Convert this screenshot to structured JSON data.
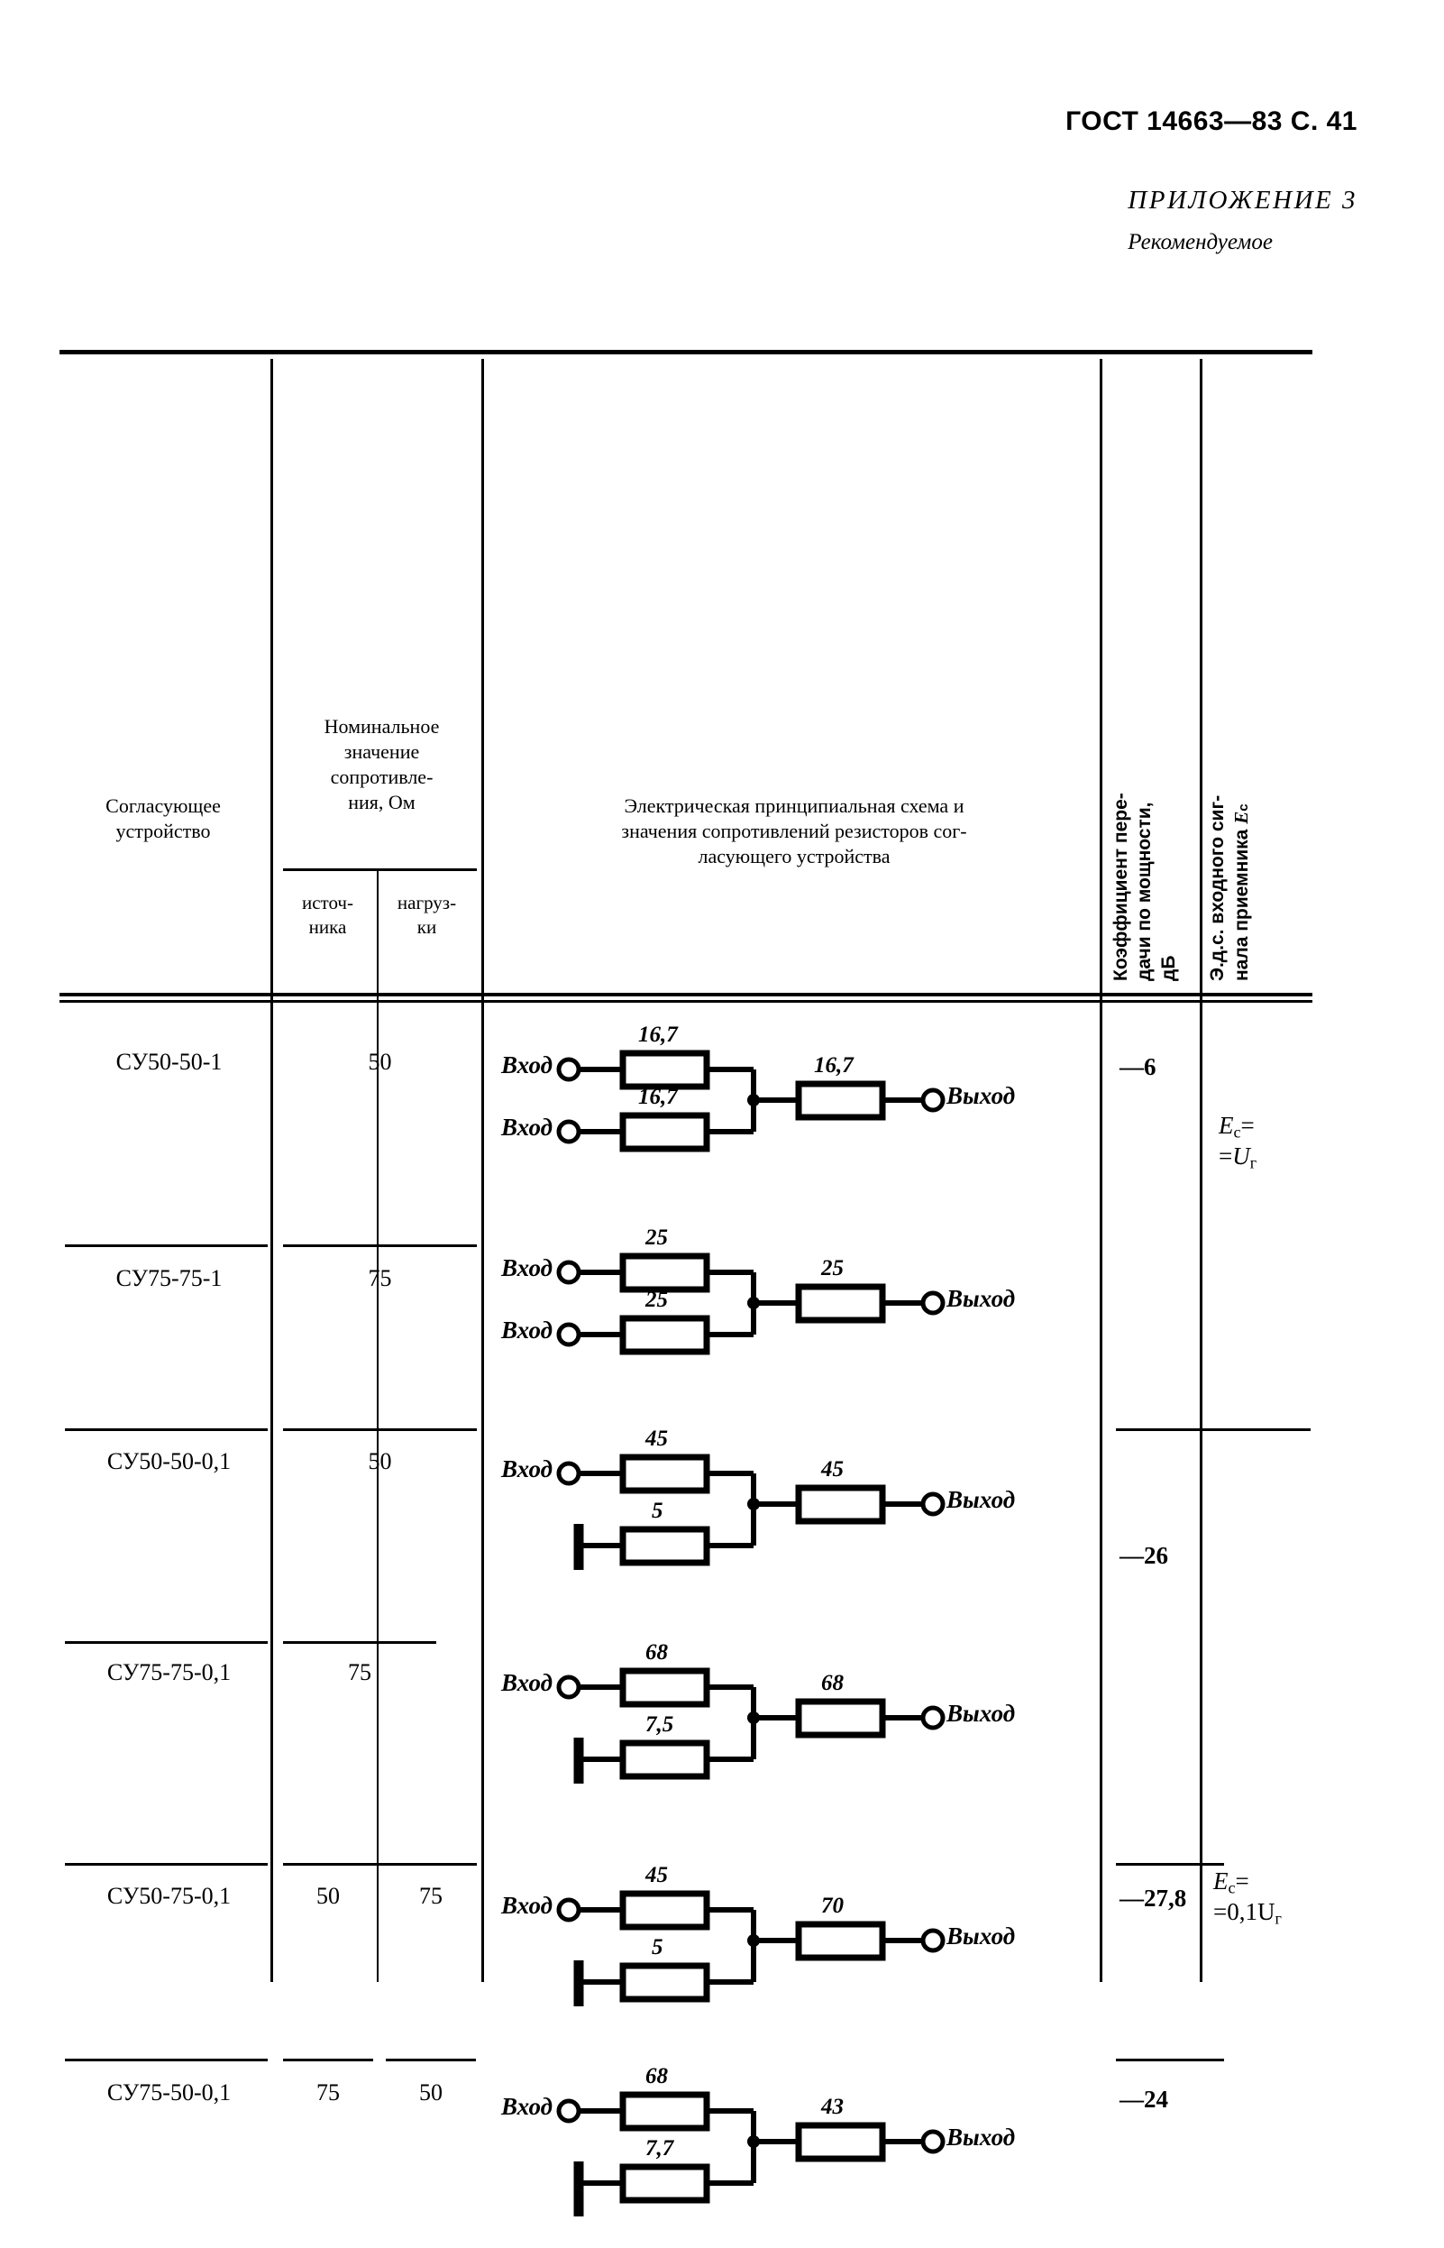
{
  "page": {
    "standard_header": "ГОСТ 14663—83 С. 41",
    "appendix_title": "ПРИЛОЖЕНИЕ 3",
    "appendix_subtitle": "Рекомендуемое"
  },
  "table": {
    "headers": {
      "device": "Согласующее устройство",
      "nominal": "Номинальное значение сопротивления, Ом",
      "source": "источ- ника",
      "load": "нагруз- ки",
      "schema": "Электрическая принципиальная схема и значения сопротивлений резисторов сог- ласующего устройства",
      "coefficient": "Коэффициент пере- дачи по мощности, дБ",
      "emf": "Э.д.с. входного сиг- нала приемника Ec"
    },
    "header_lines": {
      "device_l1": "Согласующее",
      "device_l2": "устройство",
      "nominal_l1": "Номинальное",
      "nominal_l2": "значение",
      "nominal_l3": "сопротивле-",
      "nominal_l4": "ния, Ом",
      "source_l1": "источ-",
      "source_l2": "ника",
      "load_l1": "нагруз-",
      "load_l2": "ки",
      "schema_l1": "Электрическая принципиальная схема и",
      "schema_l2": "значения сопротивлений резисторов сог-",
      "schema_l3": "ласующего устройства",
      "coef_l1": "Коэффициент пере-",
      "coef_l2": "дачи по мощности,",
      "coef_l3": "дБ",
      "emf_l1": "Э.д.с. входного сиг-",
      "emf_l2": "нала приемника",
      "emf_sym": "E",
      "emf_sym_sub": "c"
    },
    "rows": [
      {
        "device": "СУ50-50-1",
        "source": "50",
        "load": "",
        "coefficient": "—6",
        "circuit": {
          "type": "two-input",
          "inputs": [
            "Вход",
            "Вход"
          ],
          "output": "Выход",
          "r_top": "16,7",
          "r_bottom": "16,7",
          "r_series": "16,7"
        }
      },
      {
        "device": "СУ75-75-1",
        "source": "75",
        "load": "",
        "coefficient": "",
        "circuit": {
          "type": "two-input",
          "inputs": [
            "Вход",
            "Вход"
          ],
          "output": "Выход",
          "r_top": "25",
          "r_bottom": "25",
          "r_series": "25"
        }
      },
      {
        "device": "СУ50-50-0,1",
        "source": "50",
        "load": "",
        "coefficient": "—26",
        "circuit": {
          "type": "grounded",
          "inputs": [
            "Вход"
          ],
          "output": "Выход",
          "r_top": "45",
          "r_bottom": "5",
          "r_series": "45"
        }
      },
      {
        "device": "СУ75-75-0,1",
        "source": "75",
        "load": "",
        "coefficient": "",
        "circuit": {
          "type": "grounded",
          "inputs": [
            "Вход"
          ],
          "output": "Выход",
          "r_top": "68",
          "r_bottom": "7,5",
          "r_series": "68"
        }
      },
      {
        "device": "СУ50-75-0,1",
        "source": "50",
        "load": "75",
        "coefficient": "—27,8",
        "circuit": {
          "type": "grounded",
          "inputs": [
            "Вход"
          ],
          "output": "Выход",
          "r_top": "45",
          "r_bottom": "5",
          "r_series": "70"
        }
      },
      {
        "device": "СУ75-50-0,1",
        "source": "75",
        "load": "50",
        "coefficient": "—24",
        "circuit": {
          "type": "grounded",
          "inputs": [
            "Вход"
          ],
          "output": "Выход",
          "r_top": "68",
          "r_bottom": "7,7",
          "r_series": "43"
        }
      }
    ],
    "emf_groups": [
      {
        "sym": "E",
        "sub": "c",
        "eq": "=",
        "eq2": "=",
        "value": "U",
        "value_sub": "г"
      },
      {
        "sym": "E",
        "sub": "c",
        "eq": "=",
        "eq2": "=",
        "value": "0,1U",
        "value_sub": "г"
      }
    ]
  }
}
